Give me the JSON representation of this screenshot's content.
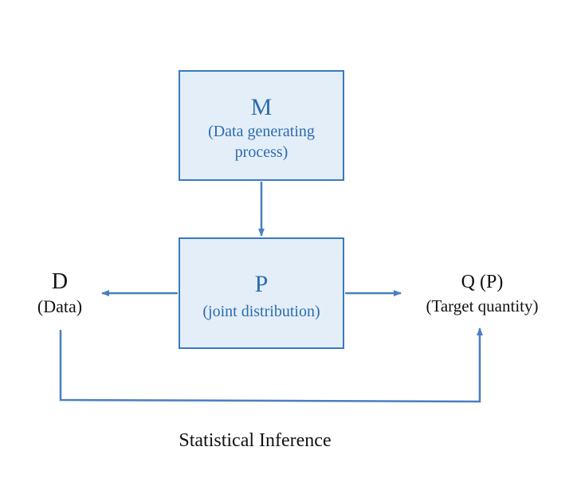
{
  "colors": {
    "box_fill": "#e4eef8",
    "box_border": "#3a79c0",
    "box_text": "#2b6cb0",
    "arrow": "#4a7ec0",
    "label_text": "#111111"
  },
  "nodes": {
    "m": {
      "title": "M",
      "line1": "(Data generating",
      "line2": "process)"
    },
    "p": {
      "title": "P",
      "subtitle": "(joint distribution)"
    },
    "d": {
      "title": "D",
      "subtitle": "(Data)"
    },
    "q": {
      "title": "Q (P)",
      "subtitle": "(Target quantity)"
    }
  },
  "edges": [
    {
      "from": "M",
      "to": "P"
    },
    {
      "from": "P",
      "to": "D"
    },
    {
      "from": "P",
      "to": "Q"
    },
    {
      "from": "D",
      "to": "Q",
      "label": "Statistical Inference"
    }
  ],
  "caption": "Statistical Inference"
}
